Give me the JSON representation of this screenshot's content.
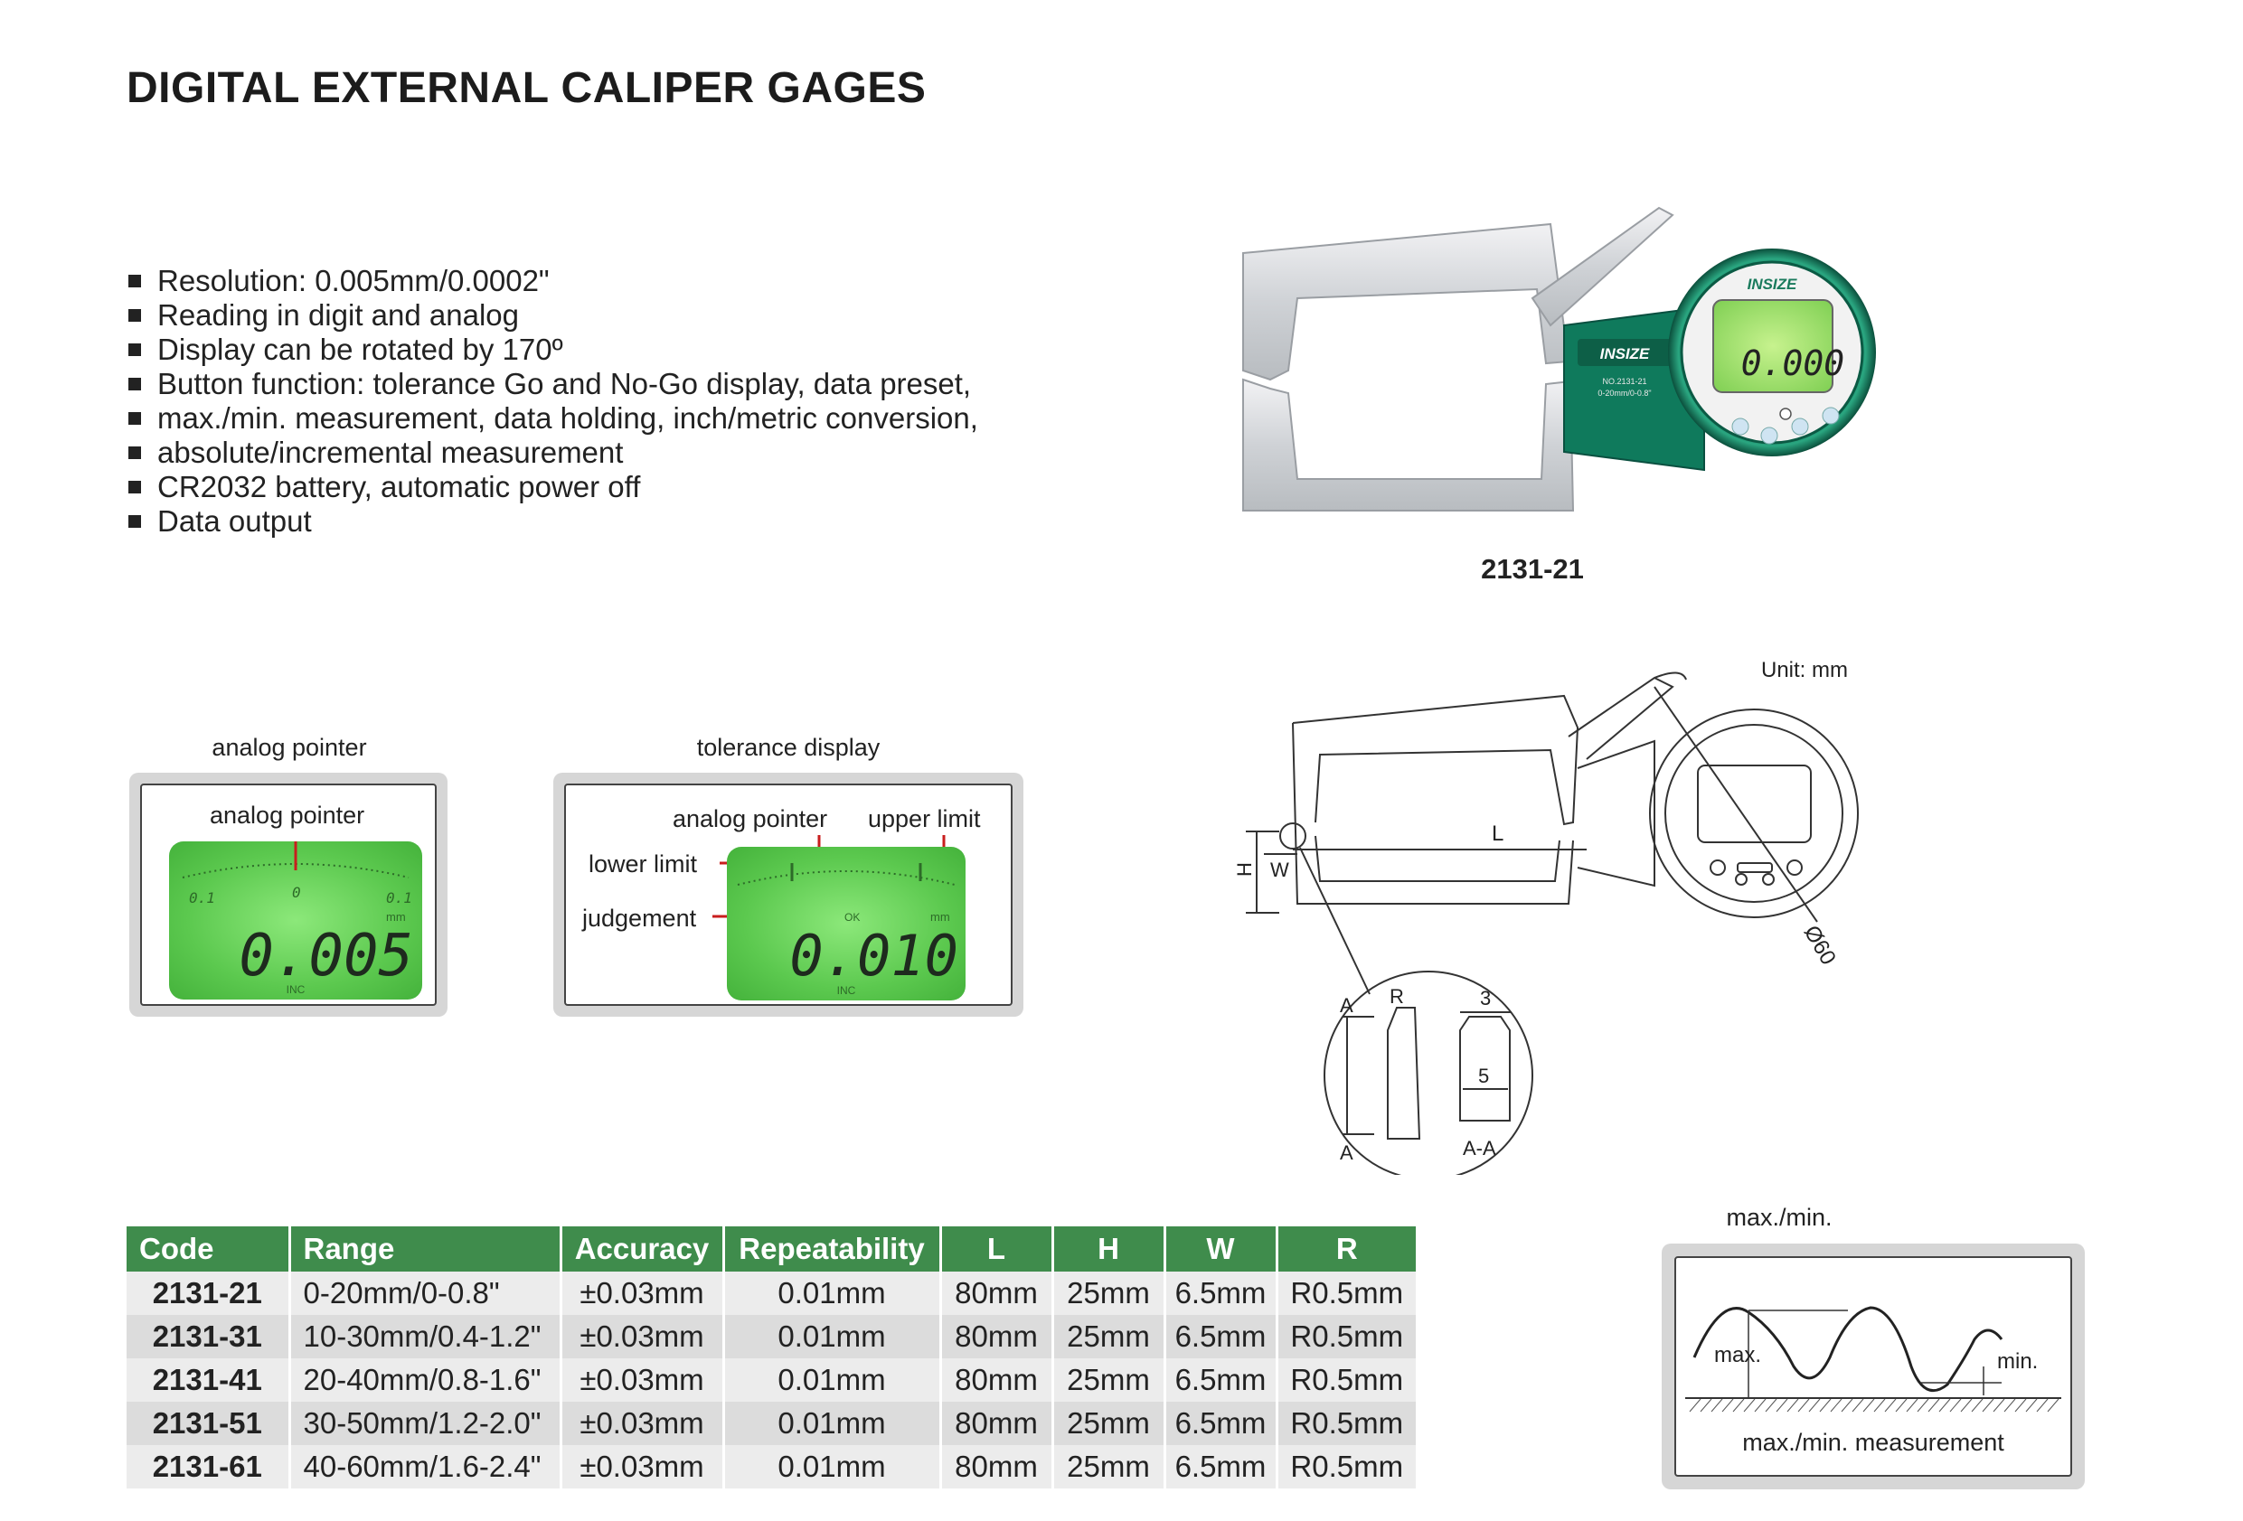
{
  "title": "DIGITAL EXTERNAL CALIPER GAGES",
  "features": [
    "Resolution: 0.005mm/0.0002\"",
    "Reading in digit and analog",
    "Display can be rotated by 170º",
    "Button function: tolerance Go and No-Go display, data preset,",
    "max./min. measurement, data holding, inch/metric conversion,",
    "absolute/incremental measurement",
    "CR2032 battery, automatic power off",
    "Data output"
  ],
  "product": {
    "code": "2131-21",
    "brand": "INSIZE",
    "dial_reading": "0.000",
    "model_text": "NO.2131-21",
    "range_text": "0-20mm/0-0.8\""
  },
  "lcd1": {
    "caption": "analog pointer",
    "pointer_label": "analog pointer",
    "reading": "0.005",
    "scale_left": "0.1",
    "scale_mid": "0",
    "scale_right": "0.1",
    "unit": "mm",
    "mode": "INC"
  },
  "lcd2": {
    "caption": "tolerance display",
    "analog_label": "analog pointer",
    "upper_label": "upper limit",
    "lower_label": "lower limit",
    "judgement_label": "judgement",
    "reading": "0.010",
    "ok_text": "OK",
    "unit": "mm",
    "mode": "INC"
  },
  "drawing": {
    "unit": "Unit: mm",
    "L": "L",
    "H": "H",
    "W": "W",
    "dia": "Ø60",
    "detail_A_top": "A",
    "detail_A_bottom": "A",
    "detail_R": "R",
    "detail_3": "3",
    "detail_5": "5",
    "detail_AA": "A-A"
  },
  "table": {
    "headers": [
      "Code",
      "Range",
      "Accuracy",
      "Repeatability",
      "L",
      "H",
      "W",
      "R"
    ],
    "rows": [
      [
        "2131-21",
        "0-20mm/0-0.8\"",
        "±0.03mm",
        "0.01mm",
        "80mm",
        "25mm",
        "6.5mm",
        "R0.5mm"
      ],
      [
        "2131-31",
        "10-30mm/0.4-1.2\"",
        "±0.03mm",
        "0.01mm",
        "80mm",
        "25mm",
        "6.5mm",
        "R0.5mm"
      ],
      [
        "2131-41",
        "20-40mm/0.8-1.6\"",
        "±0.03mm",
        "0.01mm",
        "80mm",
        "25mm",
        "6.5mm",
        "R0.5mm"
      ],
      [
        "2131-51",
        "30-50mm/1.2-2.0\"",
        "±0.03mm",
        "0.01mm",
        "80mm",
        "25mm",
        "6.5mm",
        "R0.5mm"
      ],
      [
        "2131-61",
        "40-60mm/1.6-2.4\"",
        "±0.03mm",
        "0.01mm",
        "80mm",
        "25mm",
        "6.5mm",
        "R0.5mm"
      ]
    ]
  },
  "maxmin": {
    "caption": "max./min.",
    "max_label": "max.",
    "min_label": "min.",
    "bottom_label": "max./min. measurement"
  }
}
